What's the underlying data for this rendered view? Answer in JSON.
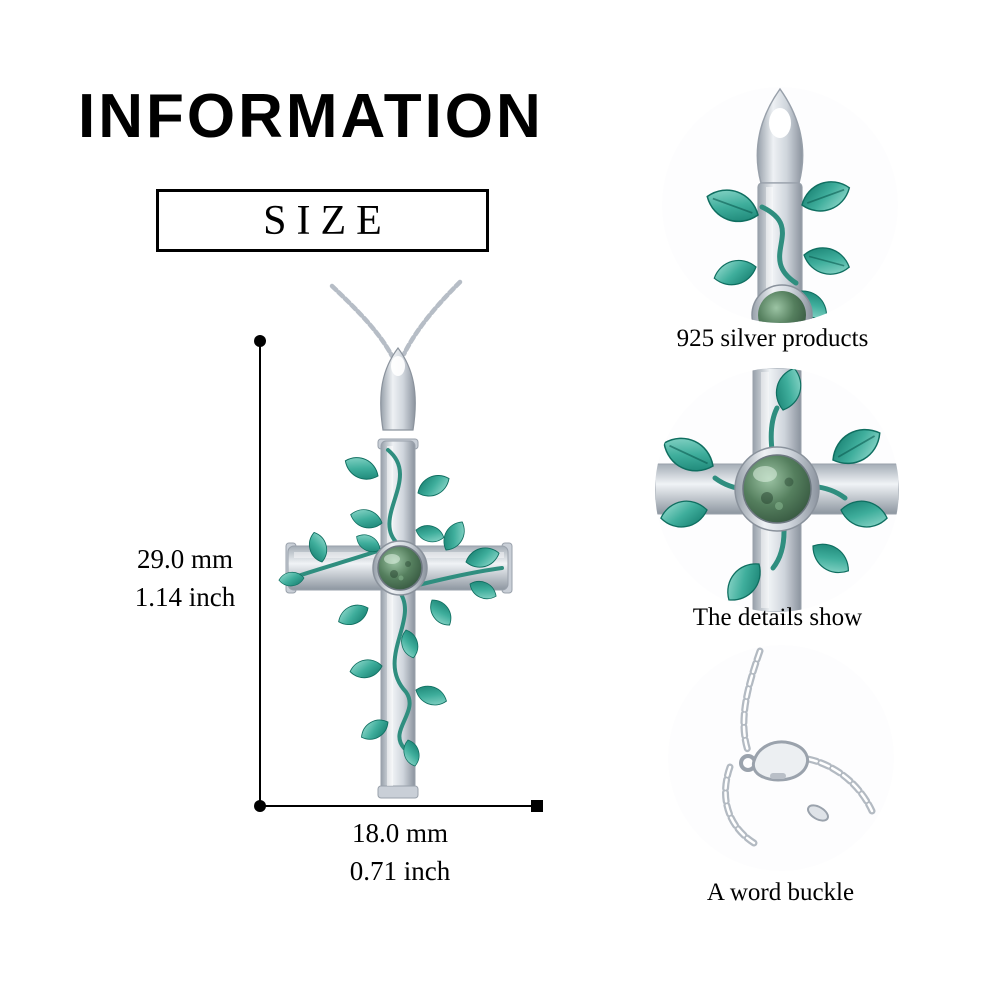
{
  "header": {
    "title": "INFORMATION",
    "size_label": "SIZE"
  },
  "measurements": {
    "height": {
      "mm": "29.0 mm",
      "inch": "1.14 inch"
    },
    "width": {
      "mm": "18.0 mm",
      "inch": "0.71 inch"
    }
  },
  "details": [
    {
      "caption": "925 silver products"
    },
    {
      "caption": "The details show"
    },
    {
      "caption": "A word buckle"
    }
  ],
  "images": {
    "pendant": "silver-cross-pendant-with-vine-and-moss-agate",
    "detail1": "bail-closeup-photo",
    "detail2": "center-stone-closeup-photo",
    "detail3": "chain-clasp-closeup-photo"
  },
  "colors": {
    "silver": "#c9cfd6",
    "silver_shadow": "#9aa2ac",
    "leaf_green": "#2f9486",
    "leaf_light": "#9fe0d4",
    "stone_green": "#3f6347",
    "text": "#000000",
    "background": "#ffffff"
  }
}
